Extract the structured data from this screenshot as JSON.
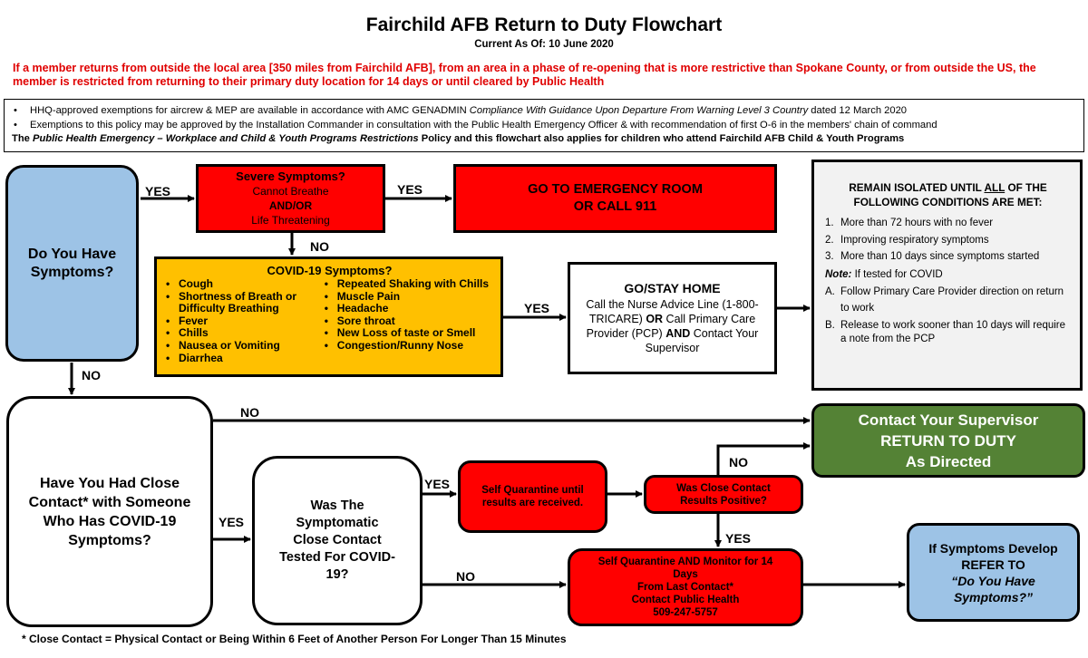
{
  "header": {
    "title": "Fairchild AFB Return to Duty Flowchart",
    "as_of": "Current As Of: 10 June 2020",
    "restriction_text": "If a member returns from outside the local area [350 miles from Fairchild AFB], from an area in a phase of re-opening that is more restrictive than Spokane County, or from outside the US, the member is restricted from returning to their primary duty location for 14 days or until cleared by Public Health"
  },
  "policy": {
    "bullet1_a": "HHQ-approved exemptions for aircrew & MEP are available in accordance with AMC GENADMIN ",
    "bullet1_b": "Compliance With Guidance Upon Departure From Warning Level 3 Country",
    "bullet1_c": " dated 12 March 2020",
    "bullet2": "Exemptions to this policy may be approved by the Installation Commander in consultation with the Public Health Emergency Officer & with recommendation of first O-6 in the members' chain of command",
    "line3_a": "The ",
    "line3_b": "Public Health Emergency – Workplace and Child & Youth Programs Restrictions",
    "line3_c": " Policy and this flowchart also applies for children who attend Fairchild AFB Child & Youth Programs"
  },
  "nodes": {
    "do_you_have_symptoms": "Do You Have Symptoms?",
    "severe": {
      "title": "Severe Symptoms?",
      "line1": "Cannot Breathe",
      "line2": "AND/OR",
      "line3": "Life Threatening"
    },
    "emergency": {
      "line1": "GO TO EMERGENCY ROOM",
      "line2": "OR CALL 911"
    },
    "covid_symptoms": {
      "title": "COVID-19 Symptoms?",
      "left": [
        "Cough",
        "Shortness of Breath or Difficulty Breathing",
        "Fever",
        "Chills",
        "Nausea or Vomiting",
        "Diarrhea"
      ],
      "right": [
        "Repeated Shaking with Chills",
        "Muscle Pain",
        "Headache",
        "Sore throat",
        "New Loss of taste or Smell",
        "Congestion/Runny Nose"
      ]
    },
    "stay_home": {
      "title": "GO/STAY HOME",
      "t1": "Call the Nurse Advice Line (1-800-TRICARE) ",
      "t2": "OR",
      "t3": " Call Primary Care Provider (PCP) ",
      "t4": "AND",
      "t5": " Contact Your Supervisor"
    },
    "isolation": {
      "heading_a": "REMAIN ISOLATED UNTIL ",
      "heading_b": "ALL",
      "heading_c": " OF THE FOLLOWING CONDITIONS ARE MET:",
      "conditions": [
        {
          "num": "1.",
          "text": "More than 72 hours with no fever"
        },
        {
          "num": "2.",
          "text": "Improving respiratory symptoms"
        },
        {
          "num": "3.",
          "text": "More than 10 days since symptoms started"
        }
      ],
      "note_label": "Note:",
      "note_text": " If tested for COVID",
      "notes": [
        {
          "num": "A.",
          "text": "Follow Primary Care Provider direction on return to work"
        },
        {
          "num": "B.",
          "text": "Release to work sooner than 10 days will require a note from the PCP"
        }
      ]
    },
    "close_contact": "Have You Had Close Contact* with Someone Who Has COVID-19 Symptoms?",
    "symptomatic_tested": "Was The Symptomatic Close Contact Tested For COVID-19?",
    "self_quarantine_results": "Self Quarantine until results are received.",
    "results_positive": "Was Close Contact Results Positive?",
    "quarantine_monitor": {
      "line1": "Self Quarantine AND Monitor for 14 Days",
      "line2": "From Last Contact*",
      "line3": "Contact Public Health",
      "line4": "509-247-5757"
    },
    "return_to_duty": {
      "line1": "Contact Your Supervisor",
      "line2": "RETURN TO DUTY",
      "line3": "As Directed"
    },
    "if_symptoms": {
      "line1": "If Symptoms Develop",
      "line2": "REFER TO",
      "line3": "“Do You Have Symptoms?”"
    }
  },
  "labels": {
    "yes": "YES",
    "no": "NO"
  },
  "footnote": "* Close Contact = Physical Contact or Being Within 6 Feet of Another Person For Longer Than 15 Minutes",
  "colors": {
    "blue": "#9dc3e6",
    "red": "#ff0000",
    "orange": "#ffc000",
    "green": "#548235",
    "warning_text": "#e00000"
  }
}
